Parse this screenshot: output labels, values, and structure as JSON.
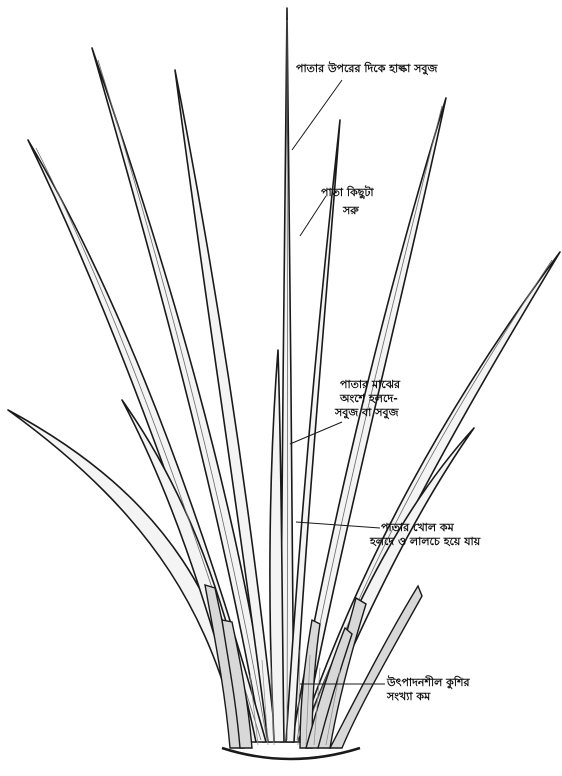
{
  "labels": {
    "tip_color": "পাতার উপরের দিকে হাল্কা সবুজ",
    "leaf_narrow_line1": "পাতা কিছুটা",
    "leaf_narrow_line2": "সরু",
    "mid_leaf_line1": "পাতার মাঝের",
    "mid_leaf_line2": "অংশে হলদে-",
    "mid_leaf_line3": "সবুজ বা সবুজ",
    "sheath_line1": "পাতার খোল কম",
    "sheath_line2": "হলদে ও লালচে হয়ে যায়",
    "tillers_line1": "উৎপাদনশীল কুশির",
    "tillers_line2": "সংখ্যা কম"
  },
  "colors": {
    "ink": "#1a1a1a",
    "shade": "#8a8a8a"
  }
}
